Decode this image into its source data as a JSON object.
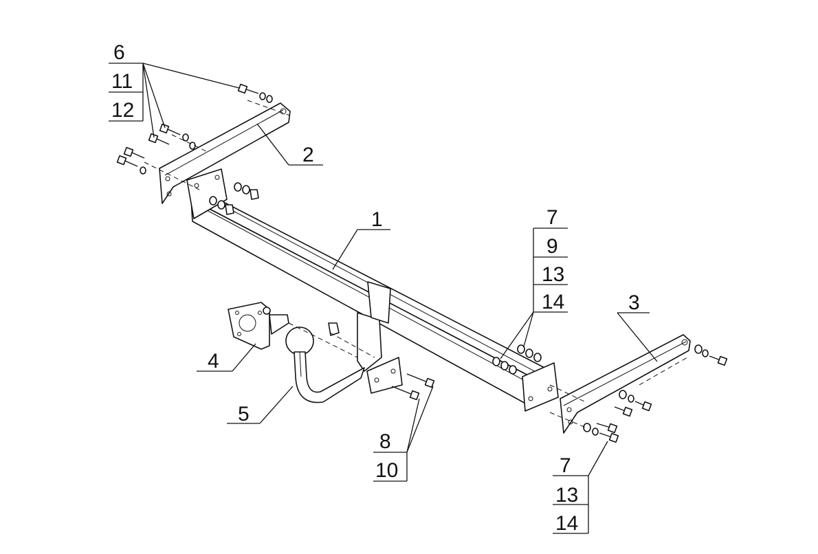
{
  "callouts": {
    "top_left": [
      "6",
      "11",
      "12"
    ],
    "part_2": "2",
    "part_1": "1",
    "right_group": [
      "7",
      "9",
      "13",
      "14"
    ],
    "part_3": "3",
    "part_4": "4",
    "part_5": "5",
    "bottom_middle": [
      "8",
      "10"
    ],
    "bottom_right": [
      "7",
      "13",
      "14"
    ]
  }
}
